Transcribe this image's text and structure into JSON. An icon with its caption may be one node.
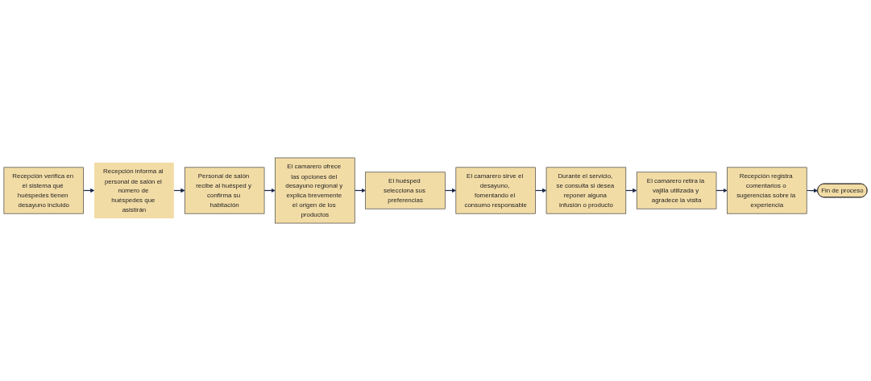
{
  "diagram": {
    "nodes": [
      {
        "text": [
          "Recepción verifica en el sistema qué huéspedes tienen desayuno incluido"
        ]
      },
      {
        "text": [
          "Recepción informa al personal de salón el número de huéspedes que asistirán"
        ]
      },
      {
        "text": [
          "Personal de salón recibe al huésped y confirma su habitación"
        ]
      },
      {
        "text": [
          "El camarero ofrece las opciones del desayuno regional y explica brevemente el origen de los productos"
        ]
      },
      {
        "text": [
          "El huésped selecciona sus preferencias"
        ]
      },
      {
        "text": [
          "El camarero sirve el desayuno, fomentando el consumo responsable"
        ]
      },
      {
        "text": [
          "Durante el servicio, se consulta si desea reponer alguna infusión o producto"
        ]
      },
      {
        "text": [
          "El camarero retira la vajilla utilizada y agradece la visita"
        ]
      },
      {
        "text": [
          "Recepción registra comentarios o sugerencias sobre la experiencia"
        ]
      },
      {
        "text": [
          "Fin de proceso"
        ]
      }
    ],
    "edges": [
      {
        "from": 0,
        "to": 1,
        "arrow": "to"
      },
      {
        "from": 1,
        "to": 2,
        "arrow": "to"
      },
      {
        "from": 2,
        "to": 3,
        "arrow": "to"
      },
      {
        "from": 3,
        "to": 4,
        "arrow": "to"
      },
      {
        "from": 4,
        "to": 5,
        "arrow": "to"
      },
      {
        "from": 5,
        "to": 6,
        "arrow": "to"
      },
      {
        "from": 6,
        "to": 7,
        "arrow": "to"
      },
      {
        "from": 7,
        "to": 8,
        "arrow": "to"
      },
      {
        "from": 8,
        "to": 9,
        "arrow": "to"
      }
    ]
  }
}
